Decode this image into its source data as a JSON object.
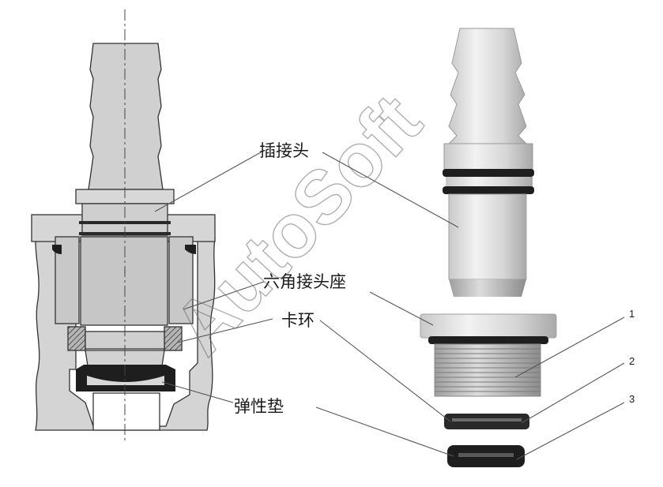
{
  "labels": {
    "plug": "插接头",
    "hex_seat": "六角接头座",
    "snap_ring": "卡环",
    "elastic_pad": "弹性垫"
  },
  "part_numbers": [
    "1",
    "2",
    "3"
  ],
  "watermark": "AutoSoft",
  "colors": {
    "metal_light": "#d9d9d9",
    "metal_mid": "#bdbdbd",
    "metal_dark": "#9a9a9a",
    "ring_black": "#1e1e1e",
    "hatch": "#8a8a8a",
    "leader": "#555555"
  }
}
